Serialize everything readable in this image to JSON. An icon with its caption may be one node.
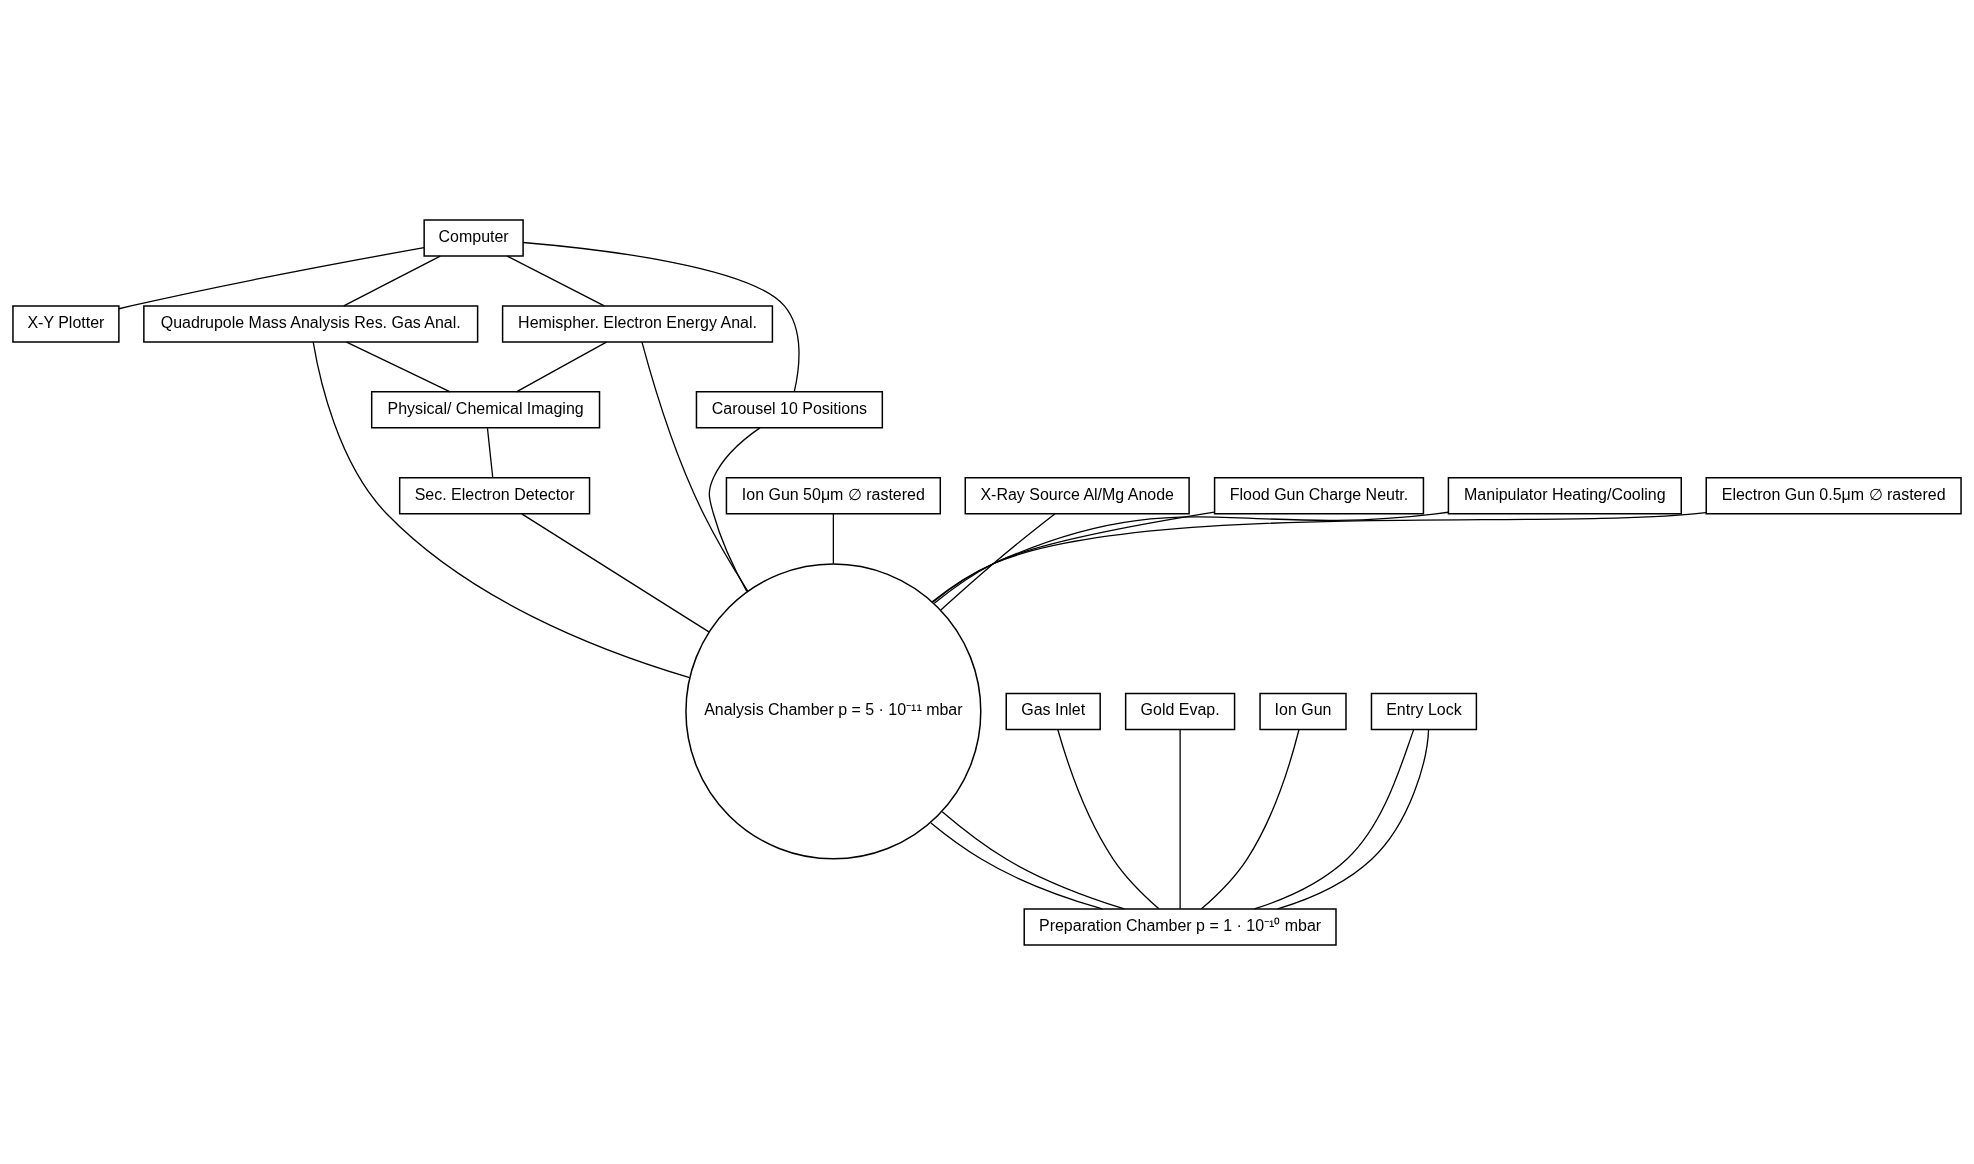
{
  "diagram": {
    "nodes": [
      {
        "text": [
          "Computer"
        ]
      },
      {
        "text": [
          "X-Y Plotter"
        ]
      },
      {
        "text": [
          "Quadrupole Mass Analysis Res. Gas Anal."
        ]
      },
      {
        "text": [
          "Hemispher. Electron Energy Anal."
        ]
      },
      {
        "text": [
          "Ion Gun 50μm ∅ rastered"
        ]
      },
      {
        "text": [
          "Physical/ Chemical Imaging"
        ]
      },
      {
        "text": [
          "X-Ray Source Al/Mg Anode"
        ]
      },
      {
        "text": [
          "Flood Gun Charge Neutr."
        ]
      },
      {
        "text": [
          "Manipulator Heating/Cooling"
        ]
      },
      {
        "text": [
          "Carousel 10 Positions"
        ]
      },
      {
        "text": [
          "Electron Gun 0.5μm ∅ rastered"
        ]
      },
      {
        "text": [
          "Sec. Electron Detector"
        ]
      },
      {
        "text": [
          "Analysis Chamber p = 5 · 10⁻¹¹ mbar"
        ]
      },
      {
        "text": [
          "Gas Inlet"
        ]
      },
      {
        "text": [
          "Gold Evap."
        ]
      },
      {
        "text": [
          "Ion Gun"
        ]
      },
      {
        "text": [
          "Entry Lock"
        ]
      },
      {
        "text": [
          "Preparation Chamber p = 1 · 10⁻¹⁰ mbar"
        ]
      }
    ],
    "edges": [
      {
        "from": 0,
        "to": 1,
        "arrow": "none"
      },
      {
        "from": 0,
        "to": 3,
        "arrow": "none"
      },
      {
        "from": 0,
        "to": 2,
        "arrow": "none"
      },
      {
        "from": 0,
        "to": 9,
        "arrow": "none"
      },
      {
        "from": 2,
        "to": 5,
        "arrow": "none"
      },
      {
        "from": 3,
        "to": 5,
        "arrow": "none"
      },
      {
        "from": 5,
        "to": 11,
        "arrow": "none"
      },
      {
        "from": 2,
        "to": 12,
        "arrow": "none"
      },
      {
        "from": 3,
        "to": 12,
        "arrow": "none"
      },
      {
        "from": 4,
        "to": 12,
        "arrow": "none"
      },
      {
        "from": 10,
        "to": 12,
        "arrow": "none"
      },
      {
        "from": 11,
        "to": 12,
        "arrow": "none"
      },
      {
        "from": 6,
        "to": 12,
        "arrow": "none"
      },
      {
        "from": 7,
        "to": 12,
        "arrow": "none"
      },
      {
        "from": 8,
        "to": 12,
        "arrow": "none"
      },
      {
        "from": 9,
        "to": 12,
        "arrow": "none"
      },
      {
        "from": 12,
        "to": 17,
        "arrow": "none"
      },
      {
        "from": 12,
        "to": 17,
        "arrow": "none"
      },
      {
        "from": 13,
        "to": 17,
        "arrow": "none"
      },
      {
        "from": 14,
        "to": 17,
        "arrow": "none"
      },
      {
        "from": 15,
        "to": 17,
        "arrow": "none"
      },
      {
        "from": 16,
        "to": 17,
        "arrow": "none"
      },
      {
        "from": 16,
        "to": 17,
        "arrow": "none"
      }
    ]
  }
}
